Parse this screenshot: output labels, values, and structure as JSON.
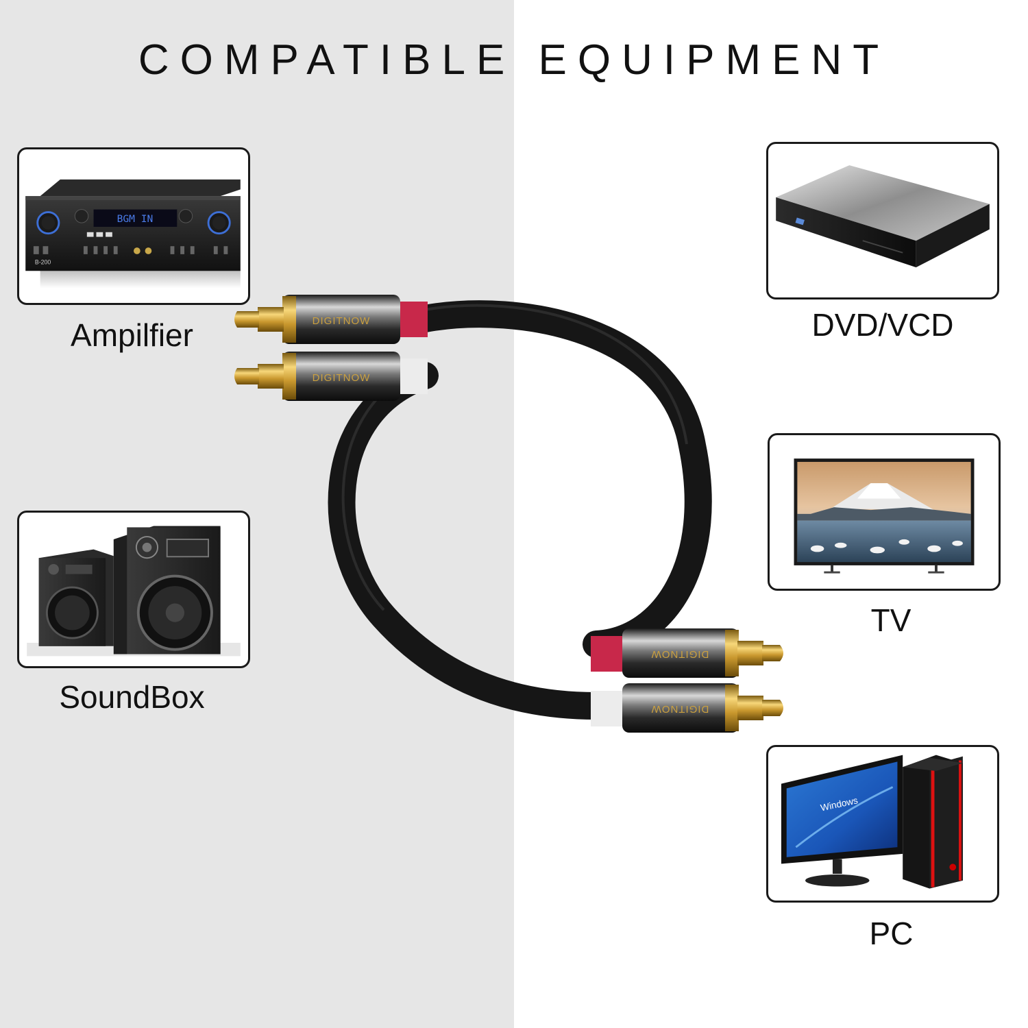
{
  "title": "COMPATIBLE EQUIPMENT",
  "devices": {
    "amplifier": {
      "label": "Ampilfier",
      "icon": "amplifier-icon",
      "panel_text": "BGM IN",
      "model_text": "B-200"
    },
    "soundbox": {
      "label": "SoundBox",
      "icon": "speaker-icon"
    },
    "dvd": {
      "label": "DVD/VCD",
      "icon": "dvd-player-icon"
    },
    "tv": {
      "label": "TV",
      "icon": "tv-icon"
    },
    "pc": {
      "label": "PC",
      "icon": "computer-icon",
      "screen_text": "Windows"
    }
  },
  "cable": {
    "brand": "DIGITNOW",
    "colors": {
      "red": "#c8284a",
      "white": "#e8e8e8",
      "jacket": "#1c1c1c",
      "gold": "#d4a537"
    }
  }
}
